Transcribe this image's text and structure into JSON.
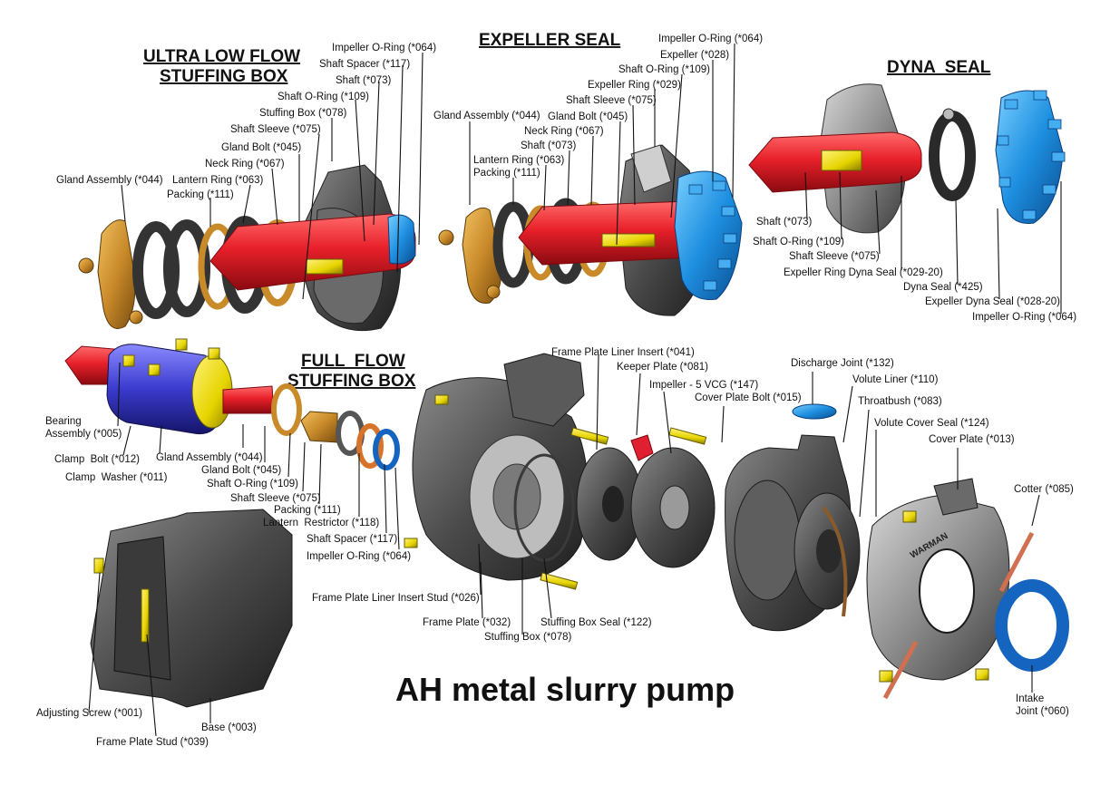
{
  "title": "AH metal slurry pump",
  "sections": {
    "ultra_low_flow": [
      "ULTRA LOW FLOW",
      "STUFFING BOX"
    ],
    "expeller_seal": [
      "EXPELLER SEAL"
    ],
    "dyna_seal": [
      "DYNA  SEAL"
    ],
    "full_flow": [
      "FULL  FLOW",
      "STUFFING BOX"
    ]
  },
  "labels": {
    "ul_impeller_oring": "Impeller O-Ring (*064)",
    "ul_shaft_spacer": "Shaft Spacer (*117)",
    "ul_shaft": "Shaft (*073)",
    "ul_shaft_oring": "Shaft O-Ring (*109)",
    "ul_stuffing_box": "Stuffing Box (*078)",
    "ul_shaft_sleeve": "Shaft Sleeve (*075)",
    "ul_gland_bolt": "Gland Bolt (*045)",
    "ul_neck_ring": "Neck Ring (*067)",
    "ul_lantern_ring": "Lantern Ring (*063)",
    "ul_packing": "Packing (*111)",
    "ul_gland_assembly": "Gland Assembly (*044)",
    "es_impeller_oring": "Impeller O-Ring (*064)",
    "es_expeller": "Expeller (*028)",
    "es_shaft_oring": "Shaft O-Ring (*109)",
    "es_expeller_ring": "Expeller Ring (*029)",
    "es_shaft_sleeve": "Shaft Sleeve (*075)",
    "es_gland_assembly": "Gland Assembly (*044)",
    "es_gland_bolt": "Gland Bolt (*045)",
    "es_neck_ring": "Neck Ring (*067)",
    "es_shaft": "Shaft (*073)",
    "es_lantern_ring": "Lantern Ring (*063)",
    "es_packing": "Packing (*111)",
    "ds_shaft": "Shaft (*073)",
    "ds_shaft_oring": "Shaft O-Ring (*109)",
    "ds_shaft_sleeve": "Shaft Sleeve (*075)",
    "ds_expeller_ring": "Expeller Ring Dyna Seal (*029-20)",
    "ds_dyna_seal": "Dyna Seal (*425)",
    "ds_expeller": "Expeller Dyna Seal (*028-20)",
    "ds_impeller_oring": "Impeller O-Ring (*064)",
    "bearing_assembly_1": "Bearing",
    "bearing_assembly_2": "Assembly (*005)",
    "clamp_bolt": "Clamp  Bolt (*012)",
    "clamp_washer": "Clamp  Washer (*011)",
    "ff_gland_assembly": "Gland Assembly (*044)",
    "ff_gland_bolt": "Gland Bolt (*045)",
    "ff_shaft_oring": "Shaft O-Ring (*109)",
    "ff_shaft_sleeve": "Shaft Sleeve (*075)",
    "ff_packing": "Packing (*111)",
    "ff_lantern_restrictor": "Lantern  Restrictor (*118)",
    "ff_shaft_spacer": "Shaft Spacer (*117)",
    "ff_impeller_oring": "Impeller O-Ring (*064)",
    "frame_plate_liner_insert": "Frame Plate Liner Insert (*041)",
    "keeper_plate": "Keeper Plate (*081)",
    "impeller": "Impeller - 5 VCG (*147)",
    "cover_plate_bolt": "Cover Plate Bolt (*015)",
    "discharge_joint": "Discharge Joint (*132)",
    "volute_liner": "Volute Liner (*110)",
    "throatbush": "Throatbush (*083)",
    "volute_cover_seal": "Volute Cover Seal (*124)",
    "cover_plate": "Cover Plate (*013)",
    "cotter": "Cotter (*085)",
    "frame_plate_liner_insert_stud": "Frame Plate Liner Insert Stud (*026)",
    "frame_plate": "Frame Plate (*032)",
    "stuffing_box_seal": "Stuffing Box Seal (*122)",
    "stuffing_box": "Stuffing Box (*078)",
    "adjusting_screw": "Adjusting Screw (*001)",
    "base": "Base (*003)",
    "frame_plate_stud": "Frame Plate Stud (*039)",
    "intake_joint_1": "Intake",
    "intake_joint_2": "Joint (*060)"
  },
  "casing_text": "WARMAN",
  "colors": {
    "shaft_red": "#e8202a",
    "bronze": "#c98a2a",
    "packing": "#333333",
    "steel": "#8d8d8d",
    "casing_dark": "#4a4a4a",
    "impeller_blue": "#1e8fe0",
    "bearing_blue": "#3a3acd",
    "bearing_yellow": "#e6d400",
    "seal_orange": "#d8742a",
    "joint_blue": "#1565c0",
    "keeper_red": "#e02030",
    "cotter_copper": "#d07050"
  }
}
